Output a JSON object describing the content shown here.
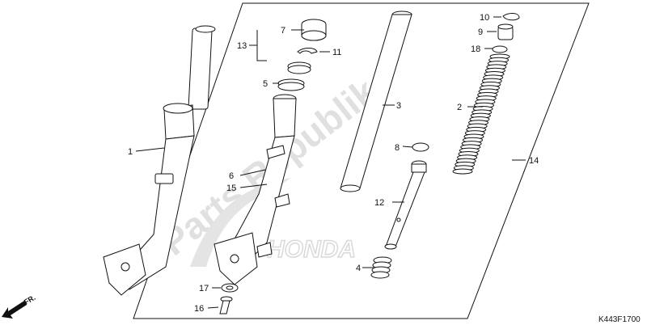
{
  "diagram": {
    "drawing_code": "K443F1700",
    "direction_label": "FR.",
    "watermark_text": "Parts Republik",
    "brand_watermark": "HONDA",
    "callouts": [
      {
        "id": "c1",
        "label": "1"
      },
      {
        "id": "c2",
        "label": "2"
      },
      {
        "id": "c3",
        "label": "3"
      },
      {
        "id": "c4",
        "label": "4"
      },
      {
        "id": "c5",
        "label": "5"
      },
      {
        "id": "c6",
        "label": "6"
      },
      {
        "id": "c7",
        "label": "7"
      },
      {
        "id": "c8",
        "label": "8"
      },
      {
        "id": "c9",
        "label": "9"
      },
      {
        "id": "c10",
        "label": "10"
      },
      {
        "id": "c11",
        "label": "11"
      },
      {
        "id": "c12",
        "label": "12"
      },
      {
        "id": "c13",
        "label": "13"
      },
      {
        "id": "c14",
        "label": "14"
      },
      {
        "id": "c15",
        "label": "15"
      },
      {
        "id": "c16",
        "label": "16"
      },
      {
        "id": "c17",
        "label": "17"
      },
      {
        "id": "c18",
        "label": "18"
      }
    ]
  }
}
